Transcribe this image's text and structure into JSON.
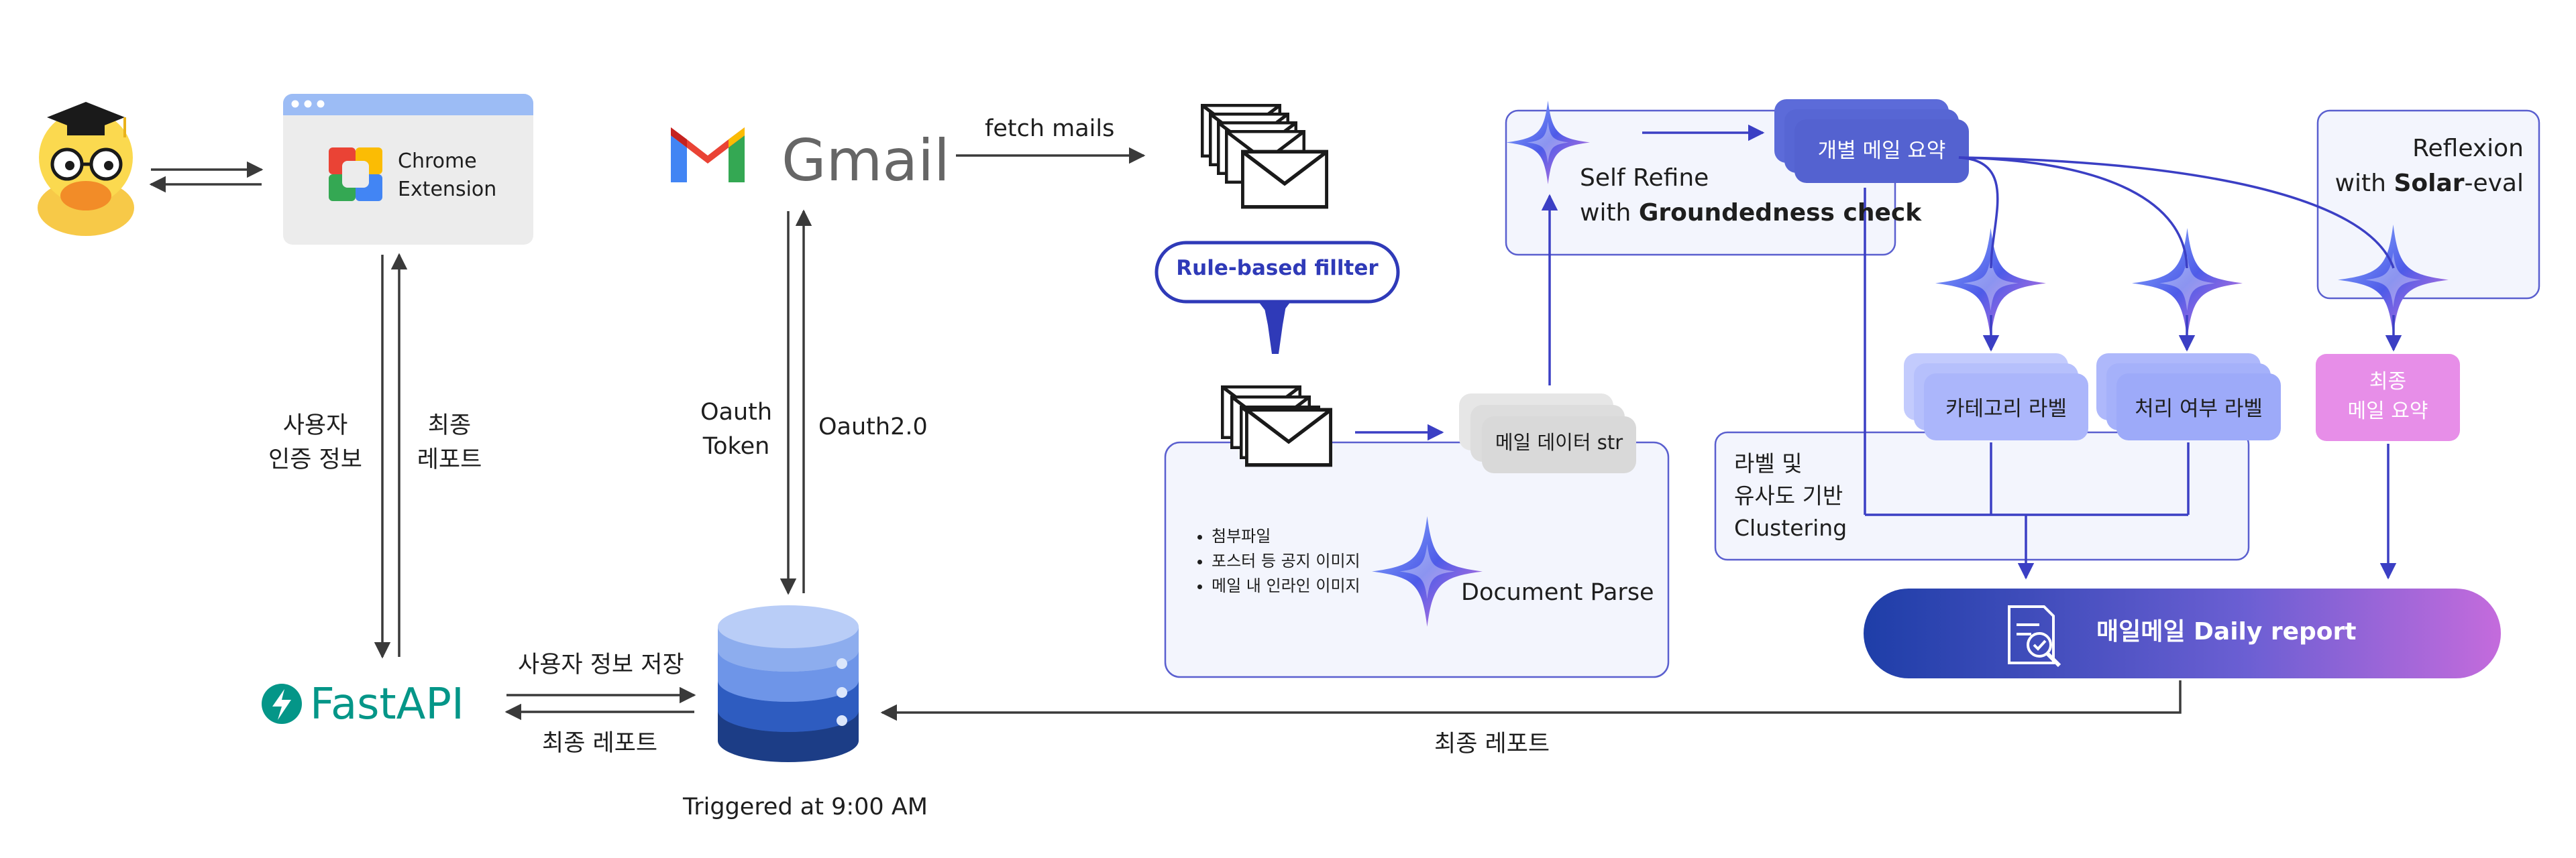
{
  "nodes": {
    "chrome": {
      "line1": "Chrome",
      "line2": "Extension"
    },
    "gmail": {
      "wordmark": "Gmail"
    },
    "fetch_mails": "fetch mails",
    "rule_filter": "Rule-based fillter",
    "mail_data": "메일 데이터 str",
    "document_parse": "Document Parse",
    "bullets": [
      "첨부파일",
      "포스터 등 공지 이미지",
      "메일 내 인라인 이미지"
    ],
    "self_refine": {
      "line1": "Self Refine",
      "line2_prefix": "with ",
      "line2_bold": "Groundedness check"
    },
    "individual_summary": "개별 메일 요약",
    "category_label": "카테고리 라벨",
    "process_label": "처리 여부 라벨",
    "reflexion": {
      "line1": "Reflexion",
      "line2_prefix": "with ",
      "line2_bold": "Solar",
      "line2_suffix": "-eval"
    },
    "final_summary": {
      "line1": "최종",
      "line2": "메일 요약"
    },
    "clustering": {
      "line1": "라벨 및",
      "line2": "유사도 기반",
      "line3": "Clustering"
    },
    "daily_report": "매일메일 Daily report",
    "fastapi": "FastAPI",
    "auth_info": {
      "line1": "사용자",
      "line2": "인증 정보"
    },
    "final_report_vertical": {
      "line1": "최종",
      "line2": "레포트"
    },
    "oauth_token": {
      "line1": "Oauth",
      "line2": "Token"
    },
    "oauth2": "Oauth2.0",
    "save_user_info": "사용자 정보 저장",
    "final_report_left": "최종 레포트",
    "final_report_bottom": "최종 레포트",
    "triggered": "Triggered at 9:00 AM"
  },
  "icons": [
    "graduate-duck-icon",
    "chrome-extension-icon",
    "gmail-logo-icon",
    "envelope-stack-icon",
    "sparkle-icon",
    "database-icon",
    "report-search-icon",
    "fastapi-logo-icon"
  ],
  "colors": {
    "arrow": "#3a3a3a",
    "blue_arrow": "#3b3fc4",
    "panel_border": "#5a5fcf",
    "panel_fill": "#f3f5fd",
    "summary_card": "#5c6bd9",
    "label_card": "#abb6fb",
    "final_card": "#e78ee8",
    "report_start": "#1e3ea8",
    "report_end": "#c46bdc",
    "fastapi": "#049688",
    "db_top": "#a8c0f5",
    "db_bottom": "#1c3d86"
  }
}
